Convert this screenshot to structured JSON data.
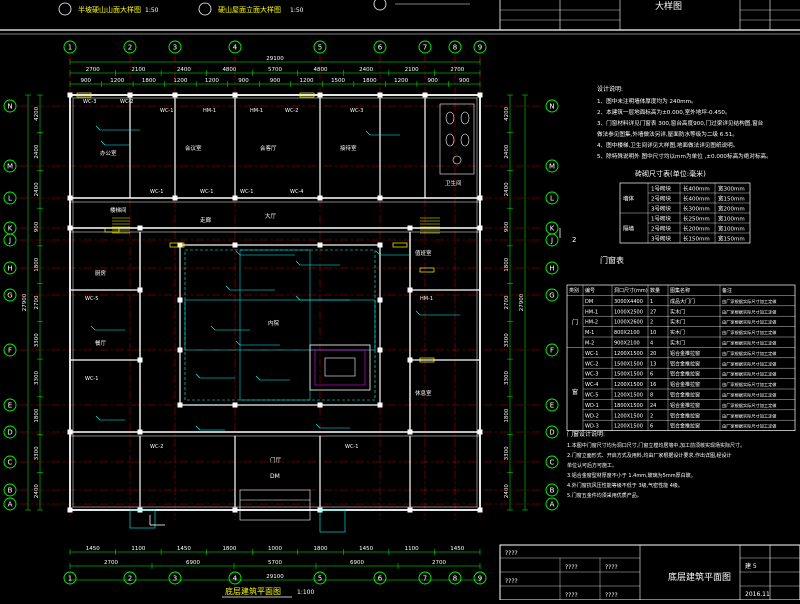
{
  "top_strip": {
    "left_caption": "半坡硬山山面大样图",
    "left_scale": "1:50",
    "right_caption": "硬山屋面立面大样图",
    "right_scale": "1:50",
    "title": "大样图"
  },
  "grid": {
    "columns": [
      "1",
      "2",
      "3",
      "4",
      "5",
      "6",
      "7",
      "8",
      "9"
    ],
    "rows": [
      "N",
      "M",
      "L",
      "K",
      "J",
      "H",
      "G",
      "F",
      "E",
      "D",
      "C",
      "B",
      "A"
    ]
  },
  "dims": {
    "total_width": "29100",
    "total_height": "27900",
    "top_row1": [
      "2700",
      "2100",
      "2400",
      "4800",
      "5700",
      "4800",
      "2400",
      "2100",
      "2700"
    ],
    "top_row2": [
      "900",
      "1200",
      "1800",
      "1200",
      "1200",
      "900",
      "900",
      "1200",
      "1500",
      "1800",
      "1200",
      "900",
      "900"
    ],
    "bottom_row1": [
      "2700",
      "6900",
      "5700",
      "6900",
      "2700"
    ],
    "bottom_row2": [
      "1450",
      "1100",
      "1450",
      "1800",
      "1000",
      "1800",
      "1450",
      "1100",
      "1450"
    ],
    "left_side": [
      "4200",
      "2400",
      "2400",
      "900",
      "1800",
      "2700",
      "3300",
      "3300",
      "1800",
      "3300",
      "2400"
    ],
    "right_side": [
      "4200",
      "2400",
      "2400",
      "900",
      "1800",
      "2700",
      "3300",
      "3300",
      "1800",
      "3300",
      "2400"
    ]
  },
  "plan_labels": {
    "caption": "底层建筑平面图",
    "caption_scale": "1:100",
    "windows": [
      "WC-3",
      "WC-2",
      "WC-1",
      "HM-1",
      "HM-1",
      "WC-2",
      "WC-3",
      "WC-1",
      "WC-1",
      "WC-1",
      "WC-4",
      "WC-5",
      "HM-1",
      "WC-1",
      "WC-2",
      "WC-1"
    ],
    "rooms": [
      "办公室",
      "会议室",
      "会客厅",
      "接待室",
      "大厅",
      "内院",
      "厨房",
      "餐厅",
      "值班室",
      "休息室",
      "卫生间",
      "楼梯间",
      "门厅",
      "走廊"
    ],
    "door_dm": "DM"
  },
  "notes": {
    "title": "设计说明:",
    "lines": [
      "1、图中未注明墙体厚度均为  240mm。",
      "2、本建筑一层地面标高为±0.000,室外地坪-0.450。",
      "3、门窗材料详见门窗表 300,窗台高度900,门过梁详见结构图,窗台",
      "   做法参见图集,外墙做法另详,屋面防水等级为二级 6.51。",
      "4、图中楼梯,卫生间详见大样图,地面做法详见图纸说明。",
      "5、除特殊说明外 图中尺寸均以mm为单位 ,±0.000标高为绝对标高。"
    ]
  },
  "brick_table": {
    "title": "砖砌尺寸表(单位:毫米)",
    "rows": [
      [
        "",
        "1号砌块",
        "长400mm",
        "宽300mm"
      ],
      [
        "墙体",
        "2号砌块",
        "长400mm",
        "宽150mm"
      ],
      [
        "",
        "3号砌块",
        "长300mm",
        "宽200mm"
      ],
      [
        "",
        "1号砌块",
        "长250mm",
        "宽100mm"
      ],
      [
        "隔墙",
        "2号砌块",
        "长200mm",
        "宽100mm"
      ],
      [
        "",
        "3号砌块",
        "长150mm",
        "宽150mm"
      ]
    ]
  },
  "door_table": {
    "title": "门窗表",
    "headers": [
      "类别",
      "编号",
      "洞口尺寸(mm)",
      "数量",
      "图集名称",
      "备注"
    ],
    "group_labels": [
      "门",
      "窗"
    ],
    "rows": [
      [
        "DM",
        "3000X4400",
        "1",
        "成品大门门",
        "由厂家根据实际尺寸加工定做"
      ],
      [
        "HM-1",
        "1000X2500",
        "27",
        "实木门",
        "由厂家根据实际尺寸加工定做"
      ],
      [
        "HM-2",
        "1000X2600",
        "2",
        "实木门",
        "由厂家根据实际尺寸加工定做"
      ],
      [
        "M-1",
        "800X2100",
        "10",
        "实木门",
        "由厂家根据实际尺寸加工定做"
      ],
      [
        "M-2",
        "900X2100",
        "4",
        "实木门",
        "由厂家根据实际尺寸加工定做"
      ],
      [
        "WC-1",
        "1200X1500",
        "20",
        "铝合金推拉窗",
        "由厂家根据实际尺寸加工定做"
      ],
      [
        "WC-2",
        "1500X1500",
        "13",
        "铝合金推拉窗",
        "由厂家根据实际尺寸加工定做"
      ],
      [
        "WC-3",
        "1500X1500",
        "6",
        "铝合金推拉窗",
        "由厂家根据实际尺寸加工定做"
      ],
      [
        "WC-4",
        "1200X1500",
        "16",
        "铝合金推拉窗",
        "由厂家根据实际尺寸加工定做"
      ],
      [
        "WC-5",
        "1200X1500",
        "8",
        "铝合金推拉窗",
        "由厂家根据实际尺寸加工定做"
      ],
      [
        "WD-1",
        "1800X1500",
        "24",
        "铝合金推拉窗",
        "由厂家根据实际尺寸加工定做"
      ],
      [
        "WD-2",
        "1200X1500",
        "2",
        "铝合金推拉窗",
        "由厂家根据实际尺寸加工定做"
      ],
      [
        "WD-3",
        "1200X1500",
        "6",
        "铝合金推拉窗",
        "由厂家根据实际尺寸加工定做"
      ]
    ]
  },
  "door_notes": {
    "title": "门窗设计说明:",
    "lines": [
      "1.本图中门窗尺寸均为洞口尺寸,门窗立樘均居墙中,加工前须核实现场实际尺寸。",
      "2.门窗立面形式、开启方式及用料,均由厂家根据设计要求,作出详图,经设计",
      "  单位认可后方可施工。",
      "3.铝合金窗型材厚度不小于 1.4mm,玻璃为5mm厚白玻。",
      "4.外门窗抗风压性能等级不低于 3级,气密性能 4级。",
      "5.门窗五金件均须采用优质产品。"
    ]
  },
  "title_block": {
    "drawing_name": "底层建筑平面图",
    "cells": [
      "????",
      "????",
      "????",
      "????",
      "????",
      "????"
    ],
    "sheet": "建 5",
    "date": "2016.11"
  },
  "side_marker": "2"
}
